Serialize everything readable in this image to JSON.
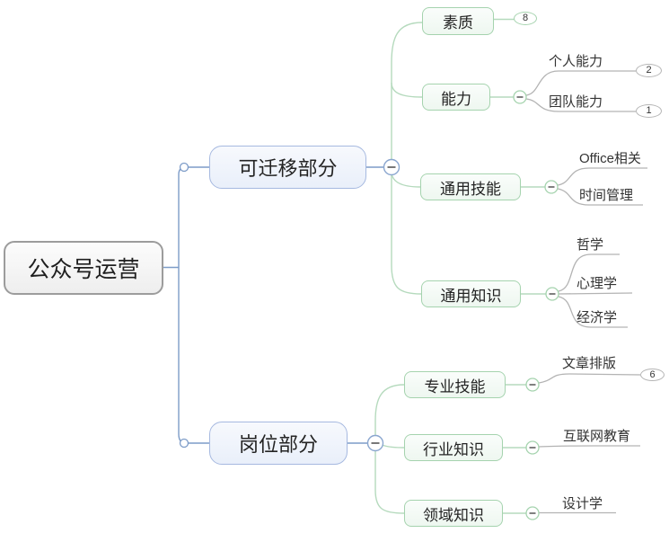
{
  "root": {
    "label": "公众号运营"
  },
  "branches": [
    {
      "label": "可迁移部分",
      "children": [
        {
          "label": "素质",
          "badge": "8"
        },
        {
          "label": "能力",
          "leaves": [
            {
              "label": "个人能力",
              "badge": "2"
            },
            {
              "label": "团队能力",
              "badge": "1"
            }
          ]
        },
        {
          "label": "通用技能",
          "leaves": [
            {
              "label": "Office相关"
            },
            {
              "label": "时间管理"
            }
          ]
        },
        {
          "label": "通用知识",
          "leaves": [
            {
              "label": "哲学"
            },
            {
              "label": "心理学"
            },
            {
              "label": "经济学"
            }
          ]
        }
      ]
    },
    {
      "label": "岗位部分",
      "children": [
        {
          "label": "专业技能",
          "leaves": [
            {
              "label": "文章排版",
              "badge": "6"
            }
          ]
        },
        {
          "label": "行业知识",
          "leaves": [
            {
              "label": "互联网教育"
            }
          ]
        },
        {
          "label": "领域知识",
          "leaves": [
            {
              "label": "设计学"
            }
          ]
        }
      ]
    }
  ],
  "icons": {
    "collapse": "minus-in-circle",
    "junction": "small-open-circle"
  },
  "colors": {
    "branch_line": "#7d9cc8",
    "branch_node_border": "#a6b9e0",
    "green_node_border": "#a5d3ae",
    "green_line": "#b5dabd",
    "leaf_line": "#b3b3b3",
    "badge_green_border": "#a5d3ae",
    "badge_gray_border": "#b5b5b5",
    "text": "#262626"
  }
}
